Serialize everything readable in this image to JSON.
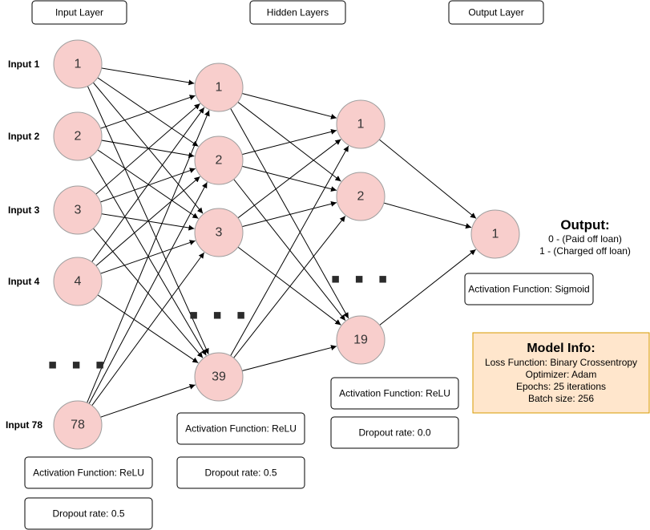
{
  "layer_headers": {
    "input": "Input Layer",
    "hidden": "Hidden Layers",
    "output": "Output Layer"
  },
  "input_labels": [
    "Input 1",
    "Input 2",
    "Input 3",
    "Input 4",
    "Input 78"
  ],
  "input_layer": {
    "nodes": [
      "1",
      "2",
      "3",
      "4",
      "78"
    ],
    "activation": "Activation Function: ReLU",
    "dropout": "Dropout rate: 0.5"
  },
  "hidden_layer_1": {
    "nodes": [
      "1",
      "2",
      "3",
      "39"
    ],
    "activation": "Activation Function: ReLU",
    "dropout": "Dropout rate: 0.5"
  },
  "hidden_layer_2": {
    "nodes": [
      "1",
      "2",
      "19"
    ],
    "activation": "Activation Function: ReLU",
    "dropout": "Dropout rate: 0.0"
  },
  "output_layer": {
    "nodes": [
      "1"
    ],
    "activation": "Activation Function: Sigmoid"
  },
  "ellipsis": "▪ ▪ ▪",
  "output_info": {
    "title": "Output:",
    "lines": [
      "0 - (Paid off loan)",
      "1 - (Charged off loan)"
    ]
  },
  "model_info": {
    "title": "Model Info:",
    "lines": [
      "Loss Function: Binary Crossentropy",
      "Optimizer: Adam",
      "Epochs: 25 iterations",
      "Batch size: 256"
    ]
  },
  "colors": {
    "node_fill": "#f8cecc",
    "info_fill": "#ffe6cc",
    "info_border": "#d79b00"
  }
}
